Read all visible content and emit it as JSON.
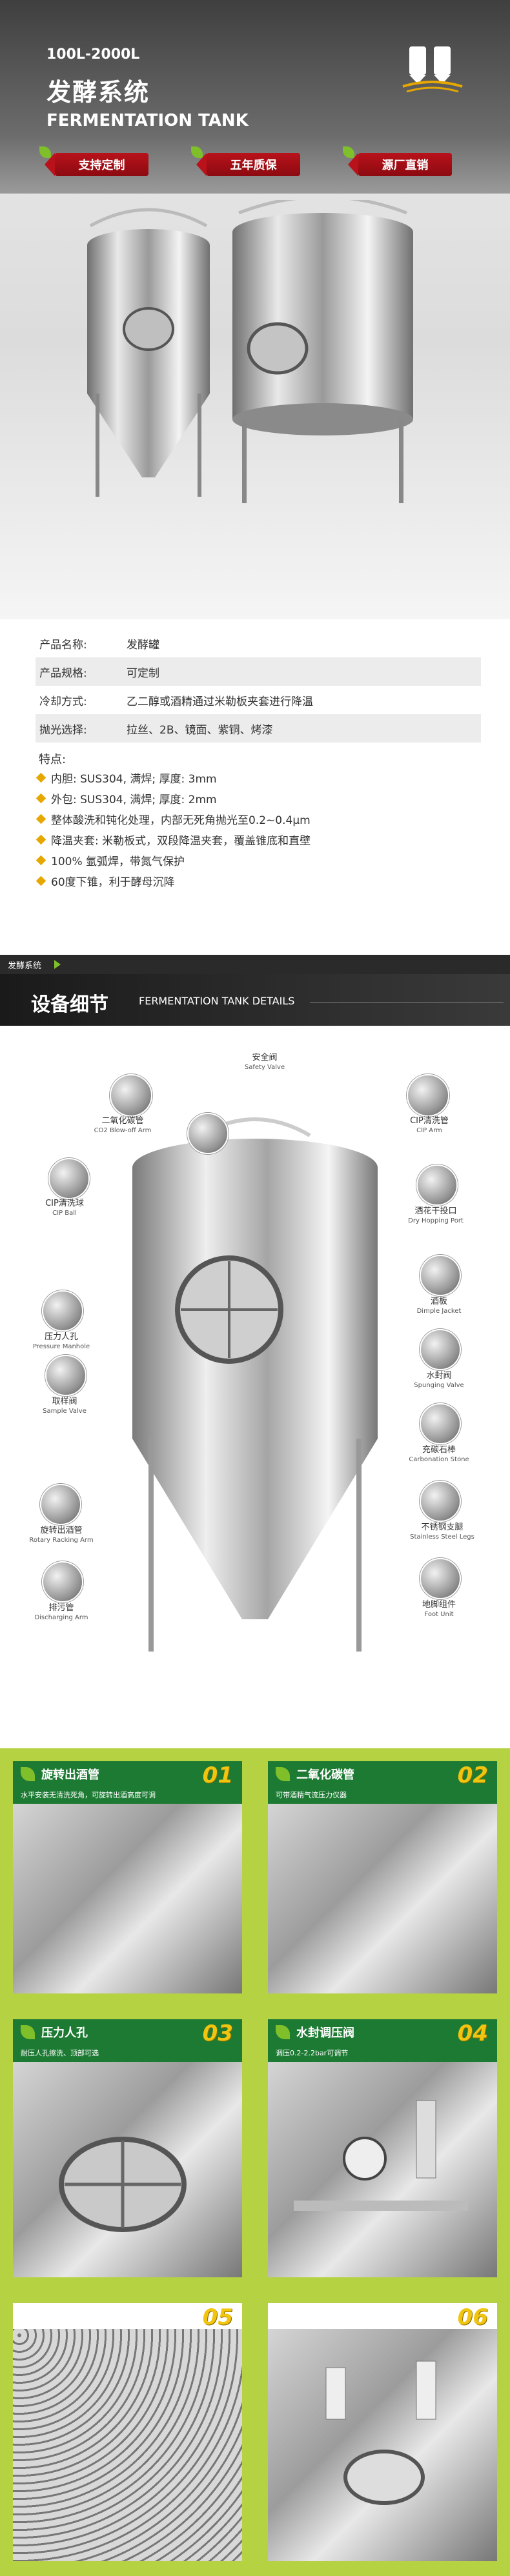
{
  "hero": {
    "capacity": "100L-2000L",
    "title_cn": "发酵系统",
    "title_en": "FERMENTATION TANK",
    "badges": [
      "支持定制",
      "五年质保",
      "源厂直销"
    ]
  },
  "specs": [
    {
      "key": "产品名称:",
      "value": "发酵罐"
    },
    {
      "key": "产品规格:",
      "value": "可定制"
    },
    {
      "key": "冷却方式:",
      "value": "乙二醇或酒精通过米勒板夹套进行降温"
    },
    {
      "key": "抛光选择:",
      "value": "拉丝、2B、镜面、紫铜、烤漆"
    }
  ],
  "features_title": "特点:",
  "features": [
    "内胆:  SUS304,  满焊; 厚度:  3mm",
    "外包:  SUS304,  满焊; 厚度:  2mm",
    "整体酸洗和钝化处理，内部无死角抛光至0.2~0.4μm",
    "降温夹套: 米勒板式，双段降温夹套，覆盖锥底和直壁",
    "100% 氩弧焊，带氮气保护",
    "60度下锥，利于酵母沉降"
  ],
  "section_tag": "发酵系统",
  "details": {
    "title_cn": "设备细节",
    "title_en": "FERMENTATION TANK DETAILS",
    "parts": [
      {
        "cn": "安全阀",
        "en": "Safety Valve"
      },
      {
        "cn": "二氧化碳管",
        "en": "CO2 Blow-off Arm"
      },
      {
        "cn": "CIP清洗管",
        "en": "CIP Arm"
      },
      {
        "cn": "CIP清洗球",
        "en": "CIP Ball"
      },
      {
        "cn": "酒花干投口",
        "en": "Dry Hopping Port"
      },
      {
        "cn": "压力人孔",
        "en": "Pressure Manhole"
      },
      {
        "cn": "酒板",
        "en": "Dimple Jacket"
      },
      {
        "cn": "取样阀",
        "en": "Sample Valve"
      },
      {
        "cn": "水封阀",
        "en": "Spunging Valve"
      },
      {
        "cn": "充碳石棒",
        "en": "Carbonation Stone"
      },
      {
        "cn": "旋转出酒管",
        "en": "Rotary Racking Arm"
      },
      {
        "cn": "不锈钢支腿",
        "en": "Stainless Steel Legs"
      },
      {
        "cn": "排污管",
        "en": "Discharging Arm"
      },
      {
        "cn": "地脚组件",
        "en": "Foot Unit"
      }
    ]
  },
  "panels": [
    {
      "title": "旋转出酒管",
      "num": "01",
      "desc": "水平安装无清洗死角，可旋转出酒高度可调"
    },
    {
      "title": "二氧化碳管",
      "num": "02",
      "desc": "可带酒精气流压力仪器"
    },
    {
      "title": "压力人孔",
      "num": "03",
      "desc": "耐压人孔擦洗、顶部可选"
    },
    {
      "title": "水封调压阀",
      "num": "04",
      "desc": "调压0.2-2.2bar可调节"
    },
    {
      "title": "",
      "num": "05",
      "desc": ""
    },
    {
      "title": "",
      "num": "06",
      "desc": ""
    }
  ],
  "colors": {
    "red": "#b9121b",
    "green": "#1d7a33",
    "lime": "#b5d243",
    "gold": "#e6a800"
  }
}
